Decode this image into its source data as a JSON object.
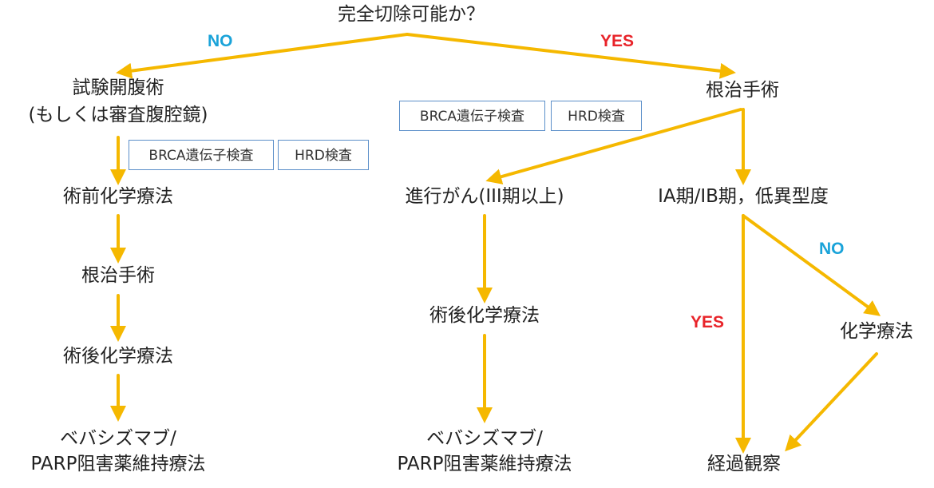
{
  "colors": {
    "arrow": "#f5b800",
    "yes": "#e8242a",
    "no": "#1aa3d9",
    "box_border": "#5b8fc9"
  },
  "root": "完全切除可能か？",
  "labels": {
    "no_top": "NO",
    "yes_top": "YES",
    "no_right": "NO",
    "yes_right": "YES"
  },
  "left": {
    "line1": "試験開腹術",
    "line2": "(もしくは審査腹腔鏡)",
    "box_brca": "BRCA遺伝子検査",
    "box_hrd": "HRD検査",
    "step2": "術前化学療法",
    "step3": "根治手術",
    "step4": "術後化学療法",
    "step5_line1": "ベバシズマブ/",
    "step5_line2": "PARP阻害薬維持療法"
  },
  "right": {
    "surgery": "根治手術",
    "box_brca": "BRCA遺伝子検査",
    "box_hrd": "HRD検査",
    "advanced": "進行がん(III期以上)",
    "early": "IA期/IB期，低異型度",
    "mid_post_chemo": "術後化学療法",
    "mid_maint_line1": "ベバシズマブ/",
    "mid_maint_line2": "PARP阻害薬維持療法",
    "chemo": "化学療法",
    "observe": "経過観察"
  }
}
